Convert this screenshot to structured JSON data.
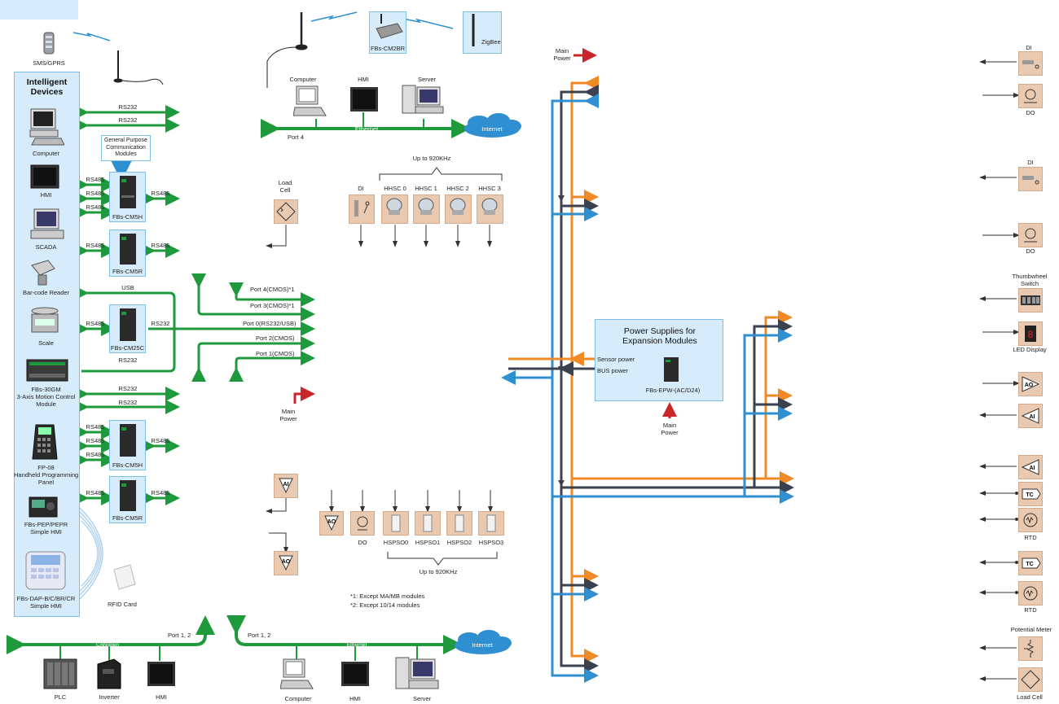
{
  "left_panel": {
    "title": "Intelligent Devices",
    "sms": "SMS/GPRS",
    "devices": [
      "Computer",
      "HMI",
      "SCADA",
      "Bar-code Reader",
      "Scale",
      "FBs-30GM\n3-Axis Motion Control\nModule",
      "FP-08\nHandheld Programming\nPanel",
      "FBs-PEP/PEPR\nSimple HMI",
      "FBs-DAP-B/C/BR/CR\nSimple HMI"
    ],
    "rfid": "RFID Card"
  },
  "comm": {
    "rs232": "RS232",
    "rs485": "RS485",
    "usb": "USB",
    "gp_modules": "General Purpose\nCommunication\nModules",
    "cm5h": "FBs-CM5H",
    "cm5r": "FBs-CM5R",
    "cm25c": "FBs-CM25C",
    "cm2br": "FBs-CM2BR",
    "zigbee": "ZigBee"
  },
  "ports": {
    "p4": "Port 4(CMOS)*1",
    "p3": "Port 3(CMOS)*1",
    "p0": "Port 0(RS232/USB)",
    "p2": "Port 2(CMOS)",
    "p1": "Port 1(CMOS)",
    "port4": "Port 4",
    "port12a": "Port 1, 2",
    "port12b": "Port 1, 2"
  },
  "ethernet_top": {
    "computer": "Computer",
    "hmi": "HMI",
    "server": "Server",
    "ethernet": "Ethernet",
    "internet": "Internet"
  },
  "ethernet_bottom": {
    "computer": "Computer",
    "hmi": "HMI",
    "server": "Server",
    "ethernet": "Ethernet",
    "internet": "Internet"
  },
  "canopen": {
    "label": "CANopen",
    "plc": "PLC",
    "inverter": "Inverter",
    "hmi": "HMI"
  },
  "io": {
    "load_cell": "Load\nCell",
    "up920a": "Up to 920KHz",
    "up920b": "Up to 920KHz",
    "di": "DI",
    "hhsc": [
      "HHSC 0",
      "HHSC 1",
      "HHSC 2",
      "HHSC 3"
    ],
    "do": "DO",
    "hspso": [
      "HSPSO0",
      "HSPSO1",
      "HSPSO2",
      "HSPSO3"
    ],
    "ai": "AI",
    "ao": "AO",
    "main_power": "Main\nPower",
    "note1": "*1: Except MA/MB modules",
    "note2": "*2: Except 10/14 modules"
  },
  "power": {
    "title": "Power Supplies for\nExpansion Modules",
    "sensor": "Sensor power",
    "bus": "BUS power",
    "module": "FBs-EPW-(AC/D24)",
    "main_power": "Main\nPower",
    "main_power_top": "Main\nPower"
  },
  "right_io": {
    "di": "DI",
    "do": "DO",
    "di2": "DI",
    "do2": "DO",
    "thumb": "Thumbwheel\nSwitch",
    "led": "LED Display",
    "ao": "AO",
    "ai": "AI",
    "ai2": "AI",
    "tc": "TC",
    "rtd": "RTD",
    "tc2": "TC",
    "rtd2": "RTD",
    "pot": "Potential Meter",
    "load": "Load Cell"
  },
  "colors": {
    "green": "#1e9a3c",
    "orange": "#f08a24",
    "blue": "#2f8fd0",
    "dark": "#3c4150",
    "red": "#c8262b",
    "panel": "#d6ecfa",
    "io": "#e9c9b0"
  }
}
